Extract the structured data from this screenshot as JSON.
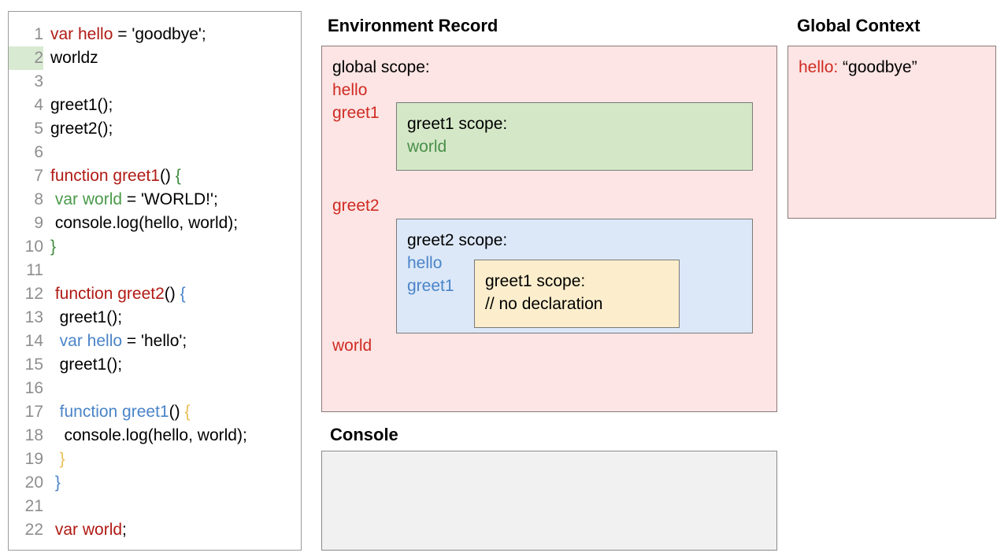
{
  "editor": {
    "highlighted_line": 2,
    "lines": [
      {
        "num": "1",
        "tokens": [
          {
            "t": "var hello",
            "c": "tok-red"
          },
          {
            "t": " = 'goodbye';",
            "c": "tok-black"
          }
        ]
      },
      {
        "num": "2",
        "tokens": [
          {
            "t": "worldz",
            "c": "tok-black"
          }
        ]
      },
      {
        "num": "3",
        "tokens": [
          {
            "t": "",
            "c": "tok-black"
          }
        ]
      },
      {
        "num": "4",
        "tokens": [
          {
            "t": "greet1();",
            "c": "tok-black"
          }
        ]
      },
      {
        "num": "5",
        "tokens": [
          {
            "t": "greet2();",
            "c": "tok-black"
          }
        ]
      },
      {
        "num": "6",
        "tokens": [
          {
            "t": "",
            "c": "tok-black"
          }
        ]
      },
      {
        "num": "7",
        "tokens": [
          {
            "t": "function greet1",
            "c": "tok-red"
          },
          {
            "t": "() ",
            "c": "tok-black"
          },
          {
            "t": "{",
            "c": "tok-green"
          }
        ]
      },
      {
        "num": "8",
        "tokens": [
          {
            "t": " ",
            "c": "tok-black"
          },
          {
            "t": "var world",
            "c": "tok-bgreen"
          },
          {
            "t": " = 'WORLD!';",
            "c": "tok-black"
          }
        ]
      },
      {
        "num": "9",
        "tokens": [
          {
            "t": " console.log(hello, world);",
            "c": "tok-black"
          }
        ]
      },
      {
        "num": "10",
        "tokens": [
          {
            "t": "}",
            "c": "tok-green"
          }
        ]
      },
      {
        "num": "11",
        "tokens": [
          {
            "t": "",
            "c": "tok-black"
          }
        ]
      },
      {
        "num": "12",
        "tokens": [
          {
            "t": " ",
            "c": "tok-black"
          },
          {
            "t": "function greet2",
            "c": "tok-red"
          },
          {
            "t": "() ",
            "c": "tok-black"
          },
          {
            "t": "{",
            "c": "tok-blue"
          }
        ]
      },
      {
        "num": "13",
        "tokens": [
          {
            "t": "  greet1();",
            "c": "tok-black"
          }
        ]
      },
      {
        "num": "14",
        "tokens": [
          {
            "t": "  ",
            "c": "tok-black"
          },
          {
            "t": "var hello",
            "c": "tok-blue"
          },
          {
            "t": " = 'hello';",
            "c": "tok-black"
          }
        ]
      },
      {
        "num": "15",
        "tokens": [
          {
            "t": "  greet1();",
            "c": "tok-black"
          }
        ]
      },
      {
        "num": "16",
        "tokens": [
          {
            "t": "",
            "c": "tok-black"
          }
        ]
      },
      {
        "num": "17",
        "tokens": [
          {
            "t": "  ",
            "c": "tok-black"
          },
          {
            "t": "function greet1",
            "c": "tok-blue"
          },
          {
            "t": "() ",
            "c": "tok-black"
          },
          {
            "t": "{",
            "c": "tok-gold"
          }
        ]
      },
      {
        "num": "18",
        "tokens": [
          {
            "t": "   console.log(hello, world);",
            "c": "tok-black"
          }
        ]
      },
      {
        "num": "19",
        "tokens": [
          {
            "t": "  ",
            "c": "tok-black"
          },
          {
            "t": "}",
            "c": "tok-gold"
          }
        ]
      },
      {
        "num": "20",
        "tokens": [
          {
            "t": " ",
            "c": "tok-black"
          },
          {
            "t": "}",
            "c": "tok-blue"
          }
        ]
      },
      {
        "num": "21",
        "tokens": [
          {
            "t": "",
            "c": "tok-black"
          }
        ]
      },
      {
        "num": "22",
        "tokens": [
          {
            "t": " ",
            "c": "tok-black"
          },
          {
            "t": "var world",
            "c": "tok-red"
          },
          {
            "t": ";",
            "c": "tok-black"
          }
        ]
      }
    ]
  },
  "environment_record": {
    "title": "Environment Record",
    "global_scope_label": "global scope:",
    "vars": {
      "hello": "hello",
      "greet1": "greet1",
      "greet2": "greet2",
      "world": "world"
    },
    "greet1_scope": {
      "label": "greet1 scope:",
      "vars": [
        "world"
      ]
    },
    "greet2_scope": {
      "label": "greet2 scope:",
      "vars": [
        "hello",
        "greet1"
      ],
      "inner_greet1_scope": {
        "label": "greet1 scope:",
        "comment": "// no declaration"
      }
    }
  },
  "global_context": {
    "title": "Global Context",
    "entry_key": "hello:",
    "entry_value": "“goodbye”"
  },
  "console": {
    "title": "Console",
    "output": ""
  },
  "colors": {
    "scope_pink": "#fce5e4",
    "scope_green": "#d4e8c8",
    "scope_blue": "#dce8f8",
    "scope_yellow": "#fceecc",
    "console_bg": "#f1f1f1",
    "var_red": "#cf2b23",
    "token_red": "#b01a14",
    "token_blue": "#4a84c8",
    "token_green": "#3c8b3c",
    "token_gold": "#e8bd55",
    "line_highlight": "#d9ead3"
  }
}
